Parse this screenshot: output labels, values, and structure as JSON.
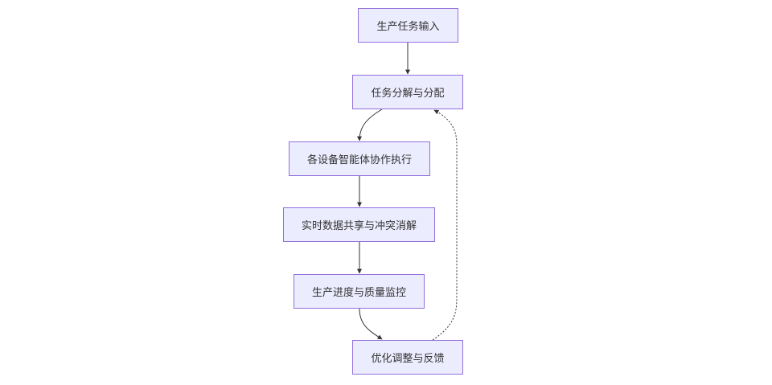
{
  "diagram": {
    "type": "flowchart",
    "direction": "top-down",
    "colors": {
      "node_fill": "#ececff",
      "node_border": "#9370db",
      "edge": "#333333",
      "text": "#333333"
    },
    "nodes": [
      {
        "id": "n1",
        "label": "生产任务输入"
      },
      {
        "id": "n2",
        "label": "任务分解与分配"
      },
      {
        "id": "n3",
        "label": "各设备智能体协作执行"
      },
      {
        "id": "n4",
        "label": "实时数据共享与冲突消解"
      },
      {
        "id": "n5",
        "label": "生产进度与质量监控"
      },
      {
        "id": "n6",
        "label": "优化调整与反馈"
      }
    ],
    "edges": [
      {
        "from": "n1",
        "to": "n2",
        "style": "solid"
      },
      {
        "from": "n2",
        "to": "n3",
        "style": "solid"
      },
      {
        "from": "n3",
        "to": "n4",
        "style": "solid"
      },
      {
        "from": "n4",
        "to": "n5",
        "style": "solid"
      },
      {
        "from": "n5",
        "to": "n6",
        "style": "solid"
      },
      {
        "from": "n6",
        "to": "n2",
        "style": "dotted"
      }
    ]
  }
}
